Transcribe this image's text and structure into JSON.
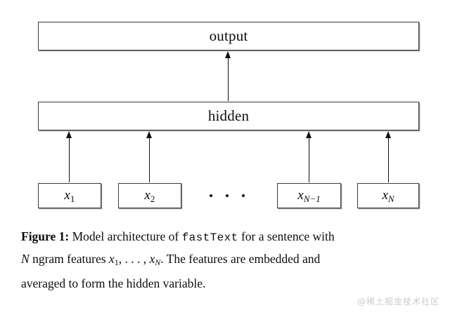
{
  "figure": {
    "background_color": "#ffffff",
    "stroke_color": "#111111",
    "shadow_color": "#8d8d8d",
    "layers": {
      "output": {
        "label": "output"
      },
      "hidden": {
        "label": "hidden"
      }
    },
    "inputs": [
      {
        "id": "x1",
        "base": "x",
        "subscript": "1",
        "subscript_style": "upright"
      },
      {
        "id": "x2",
        "base": "x",
        "subscript": "2",
        "subscript_style": "upright"
      },
      {
        "id": "xN1",
        "base": "x",
        "subscript": "N−1",
        "subscript_style": "italic"
      },
      {
        "id": "xN",
        "base": "x",
        "subscript": "N",
        "subscript_style": "italic"
      }
    ],
    "ellipsis": {
      "dots": 3,
      "glyph": "···"
    },
    "arrows": [
      {
        "from": "hidden",
        "to": "output"
      },
      {
        "from": "x1",
        "to": "hidden"
      },
      {
        "from": "x2",
        "to": "hidden"
      },
      {
        "from": "xN1",
        "to": "hidden"
      },
      {
        "from": "xN",
        "to": "hidden"
      }
    ]
  },
  "caption": {
    "label": "Figure 1:",
    "line1_a": " Model architecture of ",
    "line1_mono": "fastText",
    "line1_b": " for a sentence with",
    "line2_var": "N",
    "line2_a": " ngram features ",
    "line2_math_x": "x",
    "line2_math_sub1": "1",
    "line2_math_mid": ", . . . , ",
    "line2_math_x2": "x",
    "line2_math_subN": "N",
    "line2_b": ". The features are embedded and",
    "line3": "averaged to form the hidden variable.",
    "full_text": "Figure 1: Model architecture of fastText for a sentence with N ngram features x1, . . . , xN. The features are embedded and averaged to form the hidden variable."
  },
  "watermark": {
    "text": "@稀土掘金技术社区",
    "color": "#cccccc"
  }
}
